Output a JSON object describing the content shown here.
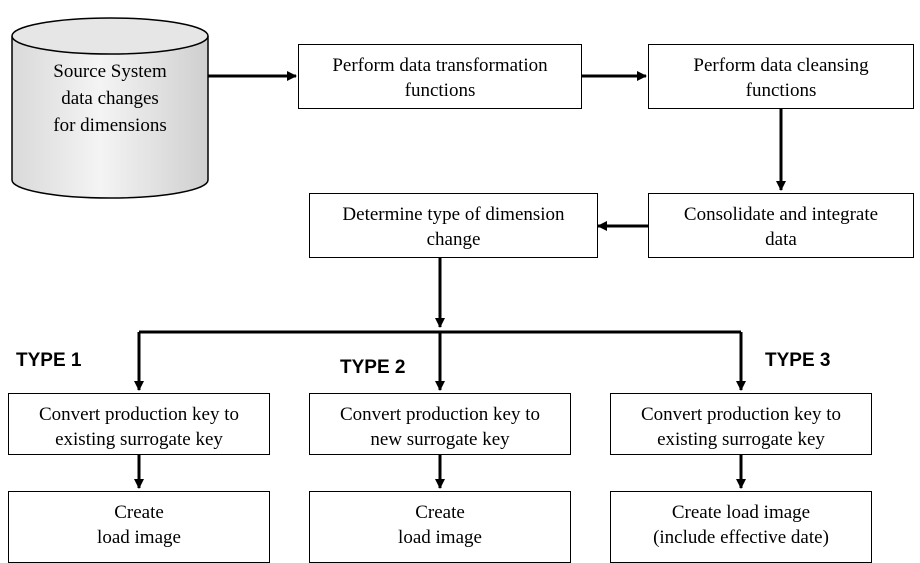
{
  "source": {
    "label": "Source System\ndata changes\nfor dimensions"
  },
  "steps": {
    "transform": "Perform data transformation\nfunctions",
    "cleanse": "Perform data cleansing\nfunctions",
    "consolidate": "Consolidate and integrate\ndata",
    "determine": "Determine type of dimension\nchange"
  },
  "branches": [
    {
      "type_label": "TYPE 1",
      "convert": "Convert production key to\nexisting surrogate key",
      "load": "Create\nload image"
    },
    {
      "type_label": "TYPE 2",
      "convert": "Convert production key to\nnew surrogate key",
      "load": "Create\nload image"
    },
    {
      "type_label": "TYPE 3",
      "convert": "Convert production key to\nexisting surrogate key",
      "load": "Create load image\n(include effective date)"
    }
  ]
}
